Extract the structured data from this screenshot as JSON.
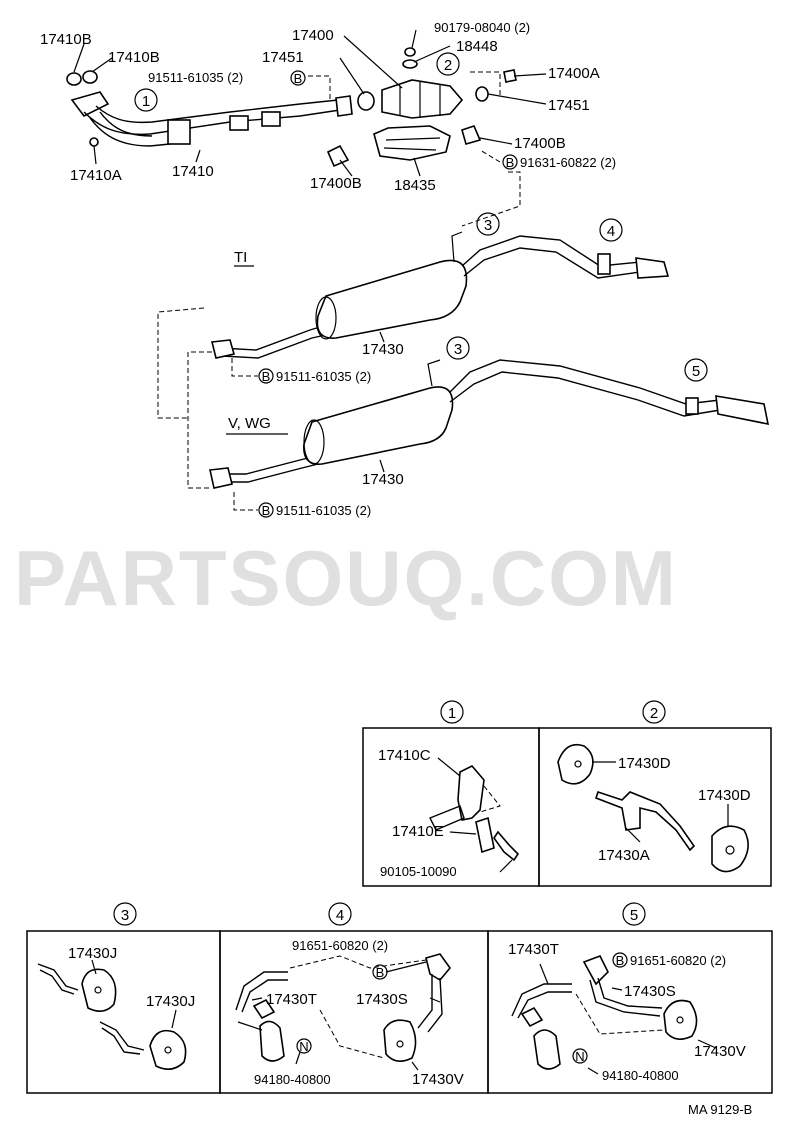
{
  "watermark": "PARTSOUQ.COM",
  "drawing_code": "MA 9129-B",
  "variants": {
    "ti": "TI",
    "vwg": "V, WG"
  },
  "callouts": [
    "1",
    "2",
    "3",
    "4",
    "5"
  ],
  "upper_labels": {
    "p17410B_a": "17410B",
    "p17410B_b": "17410B",
    "p17410A": "17410A",
    "p17410": "17410",
    "b_91511_top": "91511-61035 (2)",
    "p17400": "17400",
    "p17451_a": "17451",
    "p90179": "90179-08040 (2)",
    "p18448": "18448",
    "p17400A": "17400A",
    "p17451_b": "17451",
    "p17400B_a": "17400B",
    "p17400B_b": "17400B",
    "p18435": "18435",
    "b_91631": "91631-60822 (2)",
    "p17430_ti": "17430",
    "b_91511_ti": "91511-61035 (2)",
    "p17430_vwg": "17430",
    "b_91511_vwg": "91511-61035 (2)"
  },
  "detail1": {
    "a": "17410C",
    "b": "17410E",
    "c": "90105-10090"
  },
  "detail2": {
    "a": "17430D",
    "b": "17430D",
    "c": "17430A"
  },
  "detail3": {
    "a": "17430J",
    "b": "17430J"
  },
  "detail4": {
    "a": "91651-60820 (2)",
    "b": "17430T",
    "c": "17430S",
    "d": "94180-40800",
    "e": "17430V"
  },
  "detail5": {
    "a": "17430T",
    "b": "91651-60820 (2)",
    "c": "17430S",
    "d": "17430V",
    "e": "94180-40800"
  },
  "symbols": {
    "b": "B",
    "n": "N"
  }
}
